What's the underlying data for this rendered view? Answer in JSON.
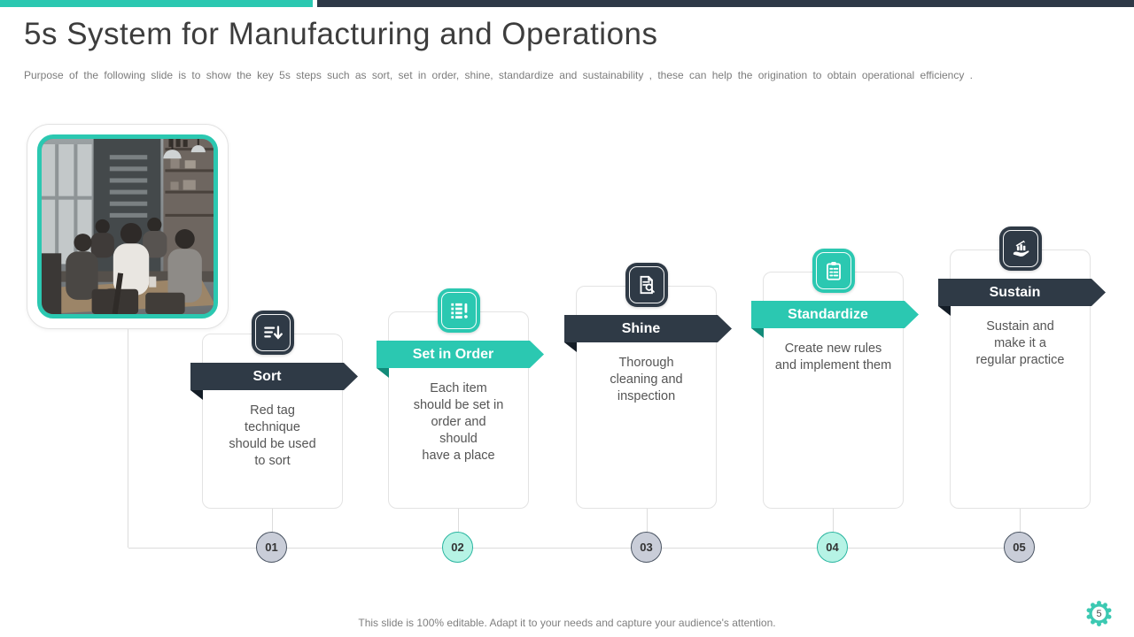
{
  "slide": {
    "title": "5s System for Manufacturing and Operations",
    "subtitle": "Purpose  of the following  slide is to show  the key 5s steps such  as sort,  set in order,  shine,  standardize  and  sustainability  , these can help  the origination  to  obtain operational  efficiency .",
    "footer": "This slide is 100% editable. Adapt it to your needs and capture your audience's attention.",
    "page_number": "5"
  },
  "colors": {
    "accent_teal": "#2bc8b1",
    "accent_navy": "#2f3a46",
    "teal_fold": "#128b79",
    "navy_fold": "#141d27",
    "dot_gray": "#c9cdd8",
    "dot_mint": "#b6f3e5",
    "body_text": "#555555"
  },
  "image": {
    "alt": "team-meeting-photo"
  },
  "steps": [
    {
      "number": "01",
      "label": "Sort",
      "theme": "navy",
      "icon": "sort-descending-icon",
      "description": "Red tag\ntechnique\nshould be used\nto sort"
    },
    {
      "number": "02",
      "label": "Set in Order",
      "theme": "teal",
      "icon": "list-info-icon",
      "description": "Each item\nshould be set in\norder and\nshould\nhave a place"
    },
    {
      "number": "03",
      "label": "Shine",
      "theme": "navy",
      "icon": "document-inspection-icon",
      "description": "Thorough\ncleaning and\ninspection"
    },
    {
      "number": "04",
      "label": "Standardize",
      "theme": "teal",
      "icon": "clipboard-icon",
      "description": "Create new rules\nand implement them"
    },
    {
      "number": "05",
      "label": "Sustain",
      "theme": "navy",
      "icon": "hand-growth-icon",
      "description": "Sustain and\nmake it a\nregular practice"
    }
  ]
}
